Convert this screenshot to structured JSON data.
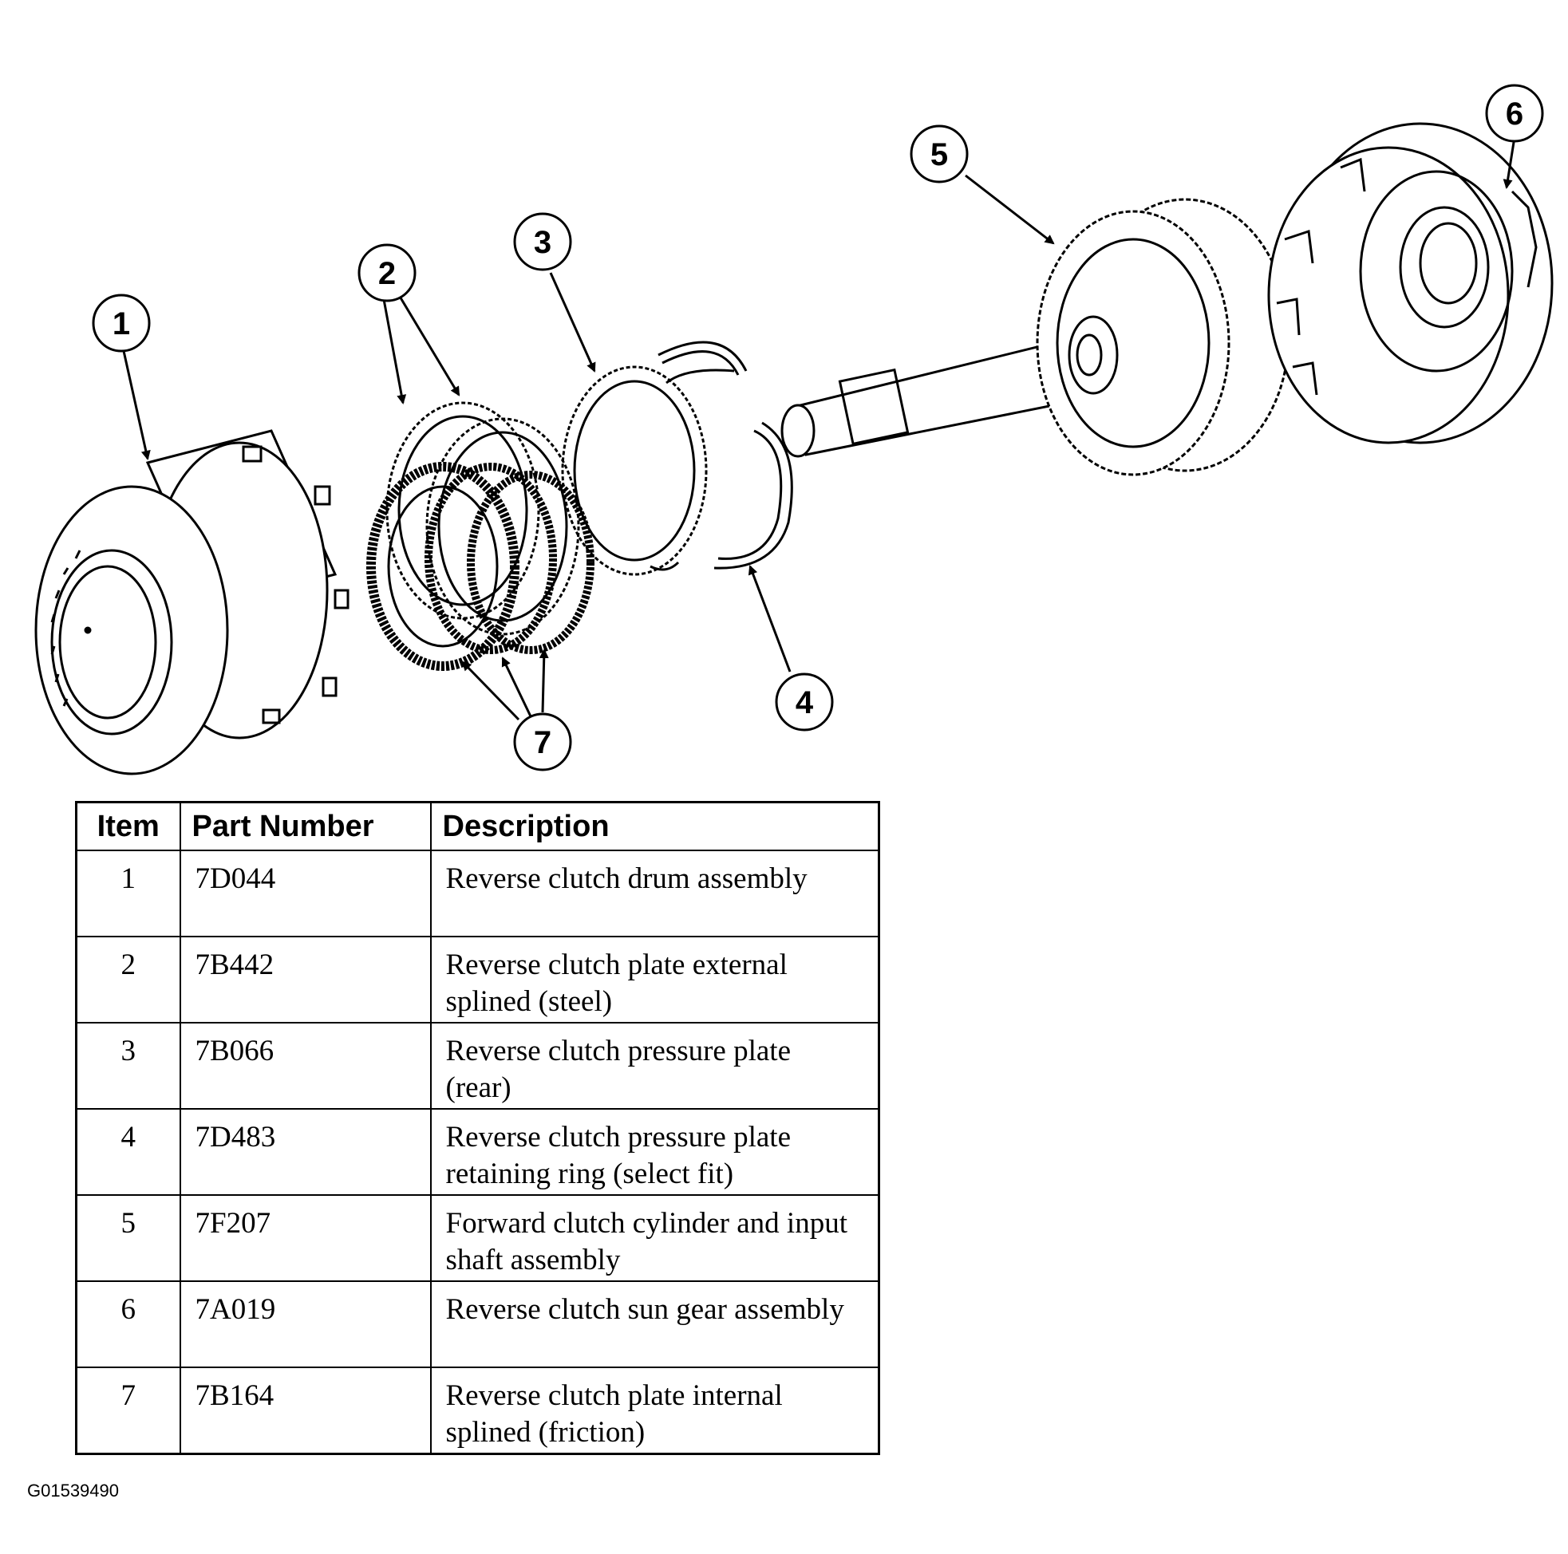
{
  "callouts": {
    "c1": "1",
    "c2": "2",
    "c3": "3",
    "c4": "4",
    "c5": "5",
    "c6": "6",
    "c7": "7"
  },
  "parts_table": {
    "headers": {
      "item": "Item",
      "part_number": "Part Number",
      "description": "Description"
    },
    "rows": [
      {
        "item": "1",
        "part_number": "7D044",
        "description": "Reverse clutch drum assembly"
      },
      {
        "item": "2",
        "part_number": "7B442",
        "description": "Reverse clutch plate external splined (steel)"
      },
      {
        "item": "3",
        "part_number": "7B066",
        "description": "Reverse clutch pressure plate (rear)"
      },
      {
        "item": "4",
        "part_number": "7D483",
        "description": "Reverse clutch pressure plate retaining ring (select fit)"
      },
      {
        "item": "5",
        "part_number": "7F207",
        "description": "Forward clutch cylinder and input shaft assembly"
      },
      {
        "item": "6",
        "part_number": "7A019",
        "description": "Reverse clutch sun gear assembly"
      },
      {
        "item": "7",
        "part_number": "7B164",
        "description": "Reverse clutch plate internal splined (friction)"
      }
    ]
  },
  "figure_id": "G01539490"
}
